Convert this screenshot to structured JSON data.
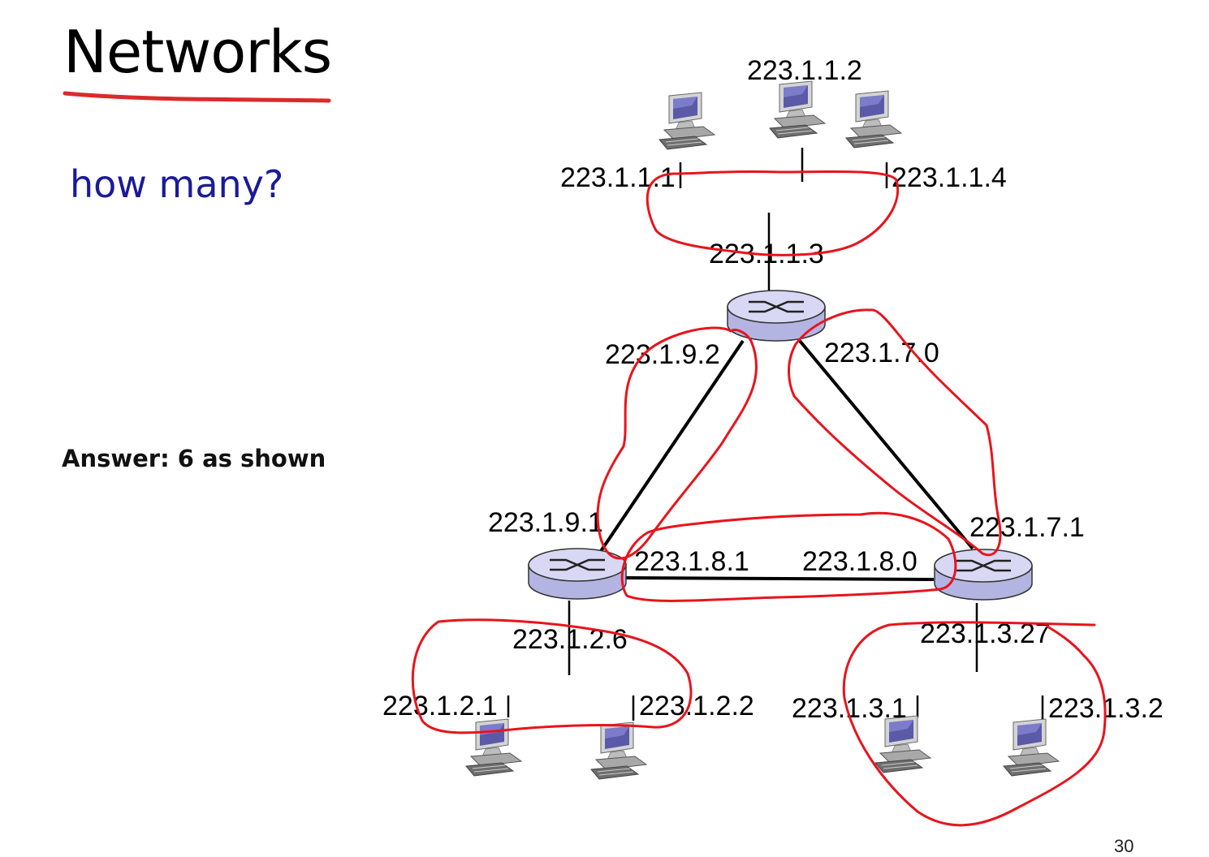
{
  "slide": {
    "title": "Networks",
    "question": "how many?",
    "answer": "Answer: 6 as shown",
    "page_number": "30"
  },
  "addresses": {
    "h_1_1_2": "223.1.1.2",
    "h_1_1_1": "223.1.1.1",
    "h_1_1_4": "223.1.1.4",
    "r_1_1_3": "223.1.1.3",
    "r_1_9_2": "223.1.9.2",
    "r_1_7_0": "223.1.7.0",
    "r_1_9_1": "223.1.9.1",
    "r_1_7_1": "223.1.7.1",
    "r_1_8_1": "223.1.8.1",
    "r_1_8_0": "223.1.8.0",
    "r_1_2_6": "223.1.2.6",
    "r_1_3_27": "223.1.3.27",
    "h_1_2_1": "223.1.2.1",
    "h_1_2_2": "223.1.2.2",
    "h_1_3_1": "223.1.3.1",
    "h_1_3_2": "223.1.3.2"
  },
  "colors": {
    "title_underline": "#d92b2b",
    "question_text": "#1a1a9a",
    "annotation": "#e8141c",
    "router_fill": "#c9c9ee",
    "monitor_screen": "#5a5aa8"
  },
  "icons": {
    "router": "router-icon",
    "host": "desktop-computer-icon"
  }
}
